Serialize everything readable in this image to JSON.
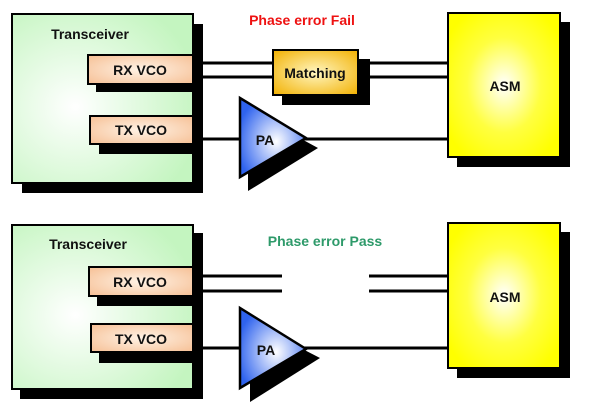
{
  "colors": {
    "fail": "#ee1111",
    "pass": "#2e9a6a",
    "transceiver_fill": "#c8f7c8",
    "vco_fill": "#f9c7a0",
    "matching_fill": "#f2b500",
    "asm_fill": "#ffff00",
    "pa_fill": "#3a6ef0"
  },
  "panels": [
    {
      "status_label": "Phase error Fail",
      "transceiver": {
        "label": "Transceiver"
      },
      "rx_vco": {
        "label": "RX VCO"
      },
      "tx_vco": {
        "label": "TX VCO"
      },
      "matching": {
        "label": "Matching"
      },
      "pa": {
        "label": "PA"
      },
      "asm": {
        "label": "ASM"
      }
    },
    {
      "status_label": "Phase error Pass",
      "transceiver": {
        "label": "Transceiver"
      },
      "rx_vco": {
        "label": "RX VCO"
      },
      "tx_vco": {
        "label": "TX VCO"
      },
      "pa": {
        "label": "PA"
      },
      "asm": {
        "label": "ASM"
      }
    }
  ]
}
